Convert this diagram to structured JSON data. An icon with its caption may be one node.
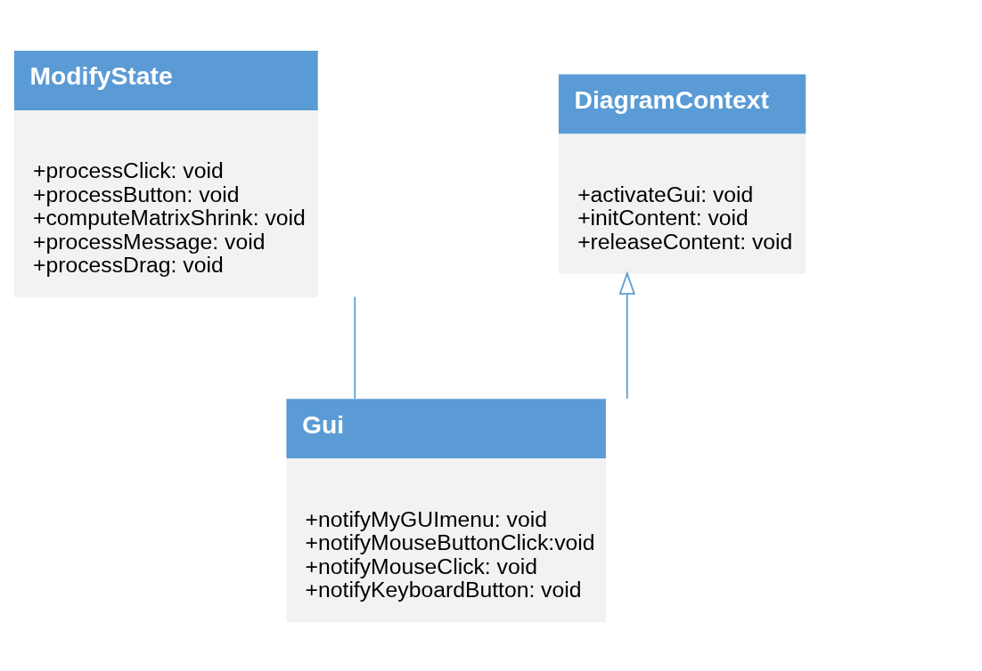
{
  "diagram": {
    "nodes": [
      {
        "text": [
          "ModifyState",
          "+processClick: void",
          "+processButton: void",
          "+computeMatrixShrink: void",
          "+processMessage: void",
          "+processDrag: void"
        ]
      },
      {
        "text": [
          "DiagramContext",
          "+activateGui: void",
          "+initContent: void",
          "+releaseContent: void"
        ]
      },
      {
        "text": [
          "Gui",
          "+notifyMyGUImenu: void",
          "+notifyMouseButtonClick:void",
          "+notifyMouseClick: void",
          "+notifyKeyboardButton: void"
        ]
      }
    ],
    "edges": [
      {
        "from": 0,
        "to": 2,
        "arrow": "none"
      },
      {
        "from": 2,
        "to": 1,
        "arrow": "to"
      }
    ]
  }
}
